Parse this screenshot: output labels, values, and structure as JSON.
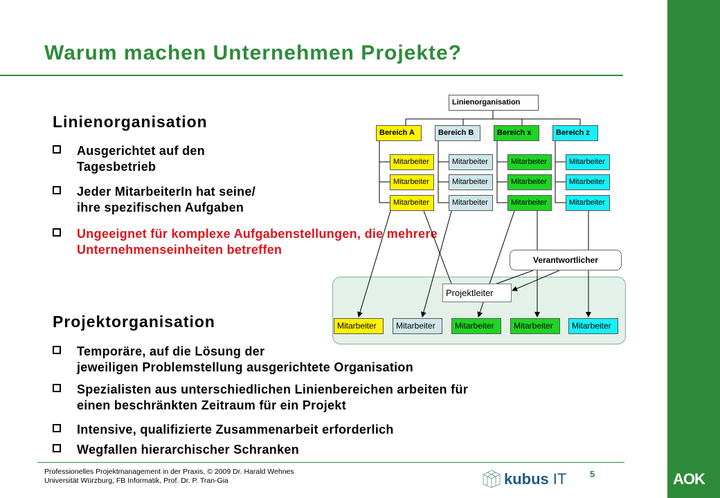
{
  "title": "Warum machen Unternehmen Projekte?",
  "linien": {
    "heading": "Linienorganisation",
    "bullets": [
      "Ausgerichtet auf den\n Tagesbetrieb",
      "Jeder MitarbeiterIn hat seine/\nihre spezifischen Aufgaben"
    ],
    "warning": "Ungeeignet für komplexe Aufgabenstellungen, die mehrere\nUnternehmenseinheiten betreffen"
  },
  "projekt": {
    "heading": "Projektorganisation",
    "bullets": [
      "Temporäre, auf die Lösung der\njeweiligen Problemstellung ausgerichtete Organisation",
      "Spezialisten aus unterschiedlichen Linienbereichen arbeiten für\neinen beschränkten Zeitraum für ein Projekt",
      "Intensive, qualifizierte Zusammenarbeit erforderlich",
      "Wegfallen hierarchischer Schranken"
    ]
  },
  "diagram": {
    "root": "Linienorganisation",
    "bereiche": [
      "Bereich A",
      "Bereich B",
      "Bereich x",
      "Bereich z"
    ],
    "mitarbeiter": "Mitarbeiter",
    "verantwortlicher": "Verantwortlicher",
    "projektleiter": "Projektleiter",
    "colors": {
      "yellow": "#fff200",
      "grey": "#cfe6ea",
      "green": "#1ed424",
      "cyan": "#17f0f7",
      "brand_green": "#2e8b3a",
      "warning_red": "#e0131a"
    }
  },
  "footer": {
    "line1": "Professionelles Projektmanagement in der Praxis, © 2009  Dr. Harald Wehnes",
    "line2": "Universität Würzburg, FB Informatik, Prof. Dr. P. Tran-Gia",
    "page": "5",
    "logo_main": "kubus",
    "logo_suffix": "IT",
    "logo_icon": "cube-grid-icon",
    "aok": "AOK"
  }
}
